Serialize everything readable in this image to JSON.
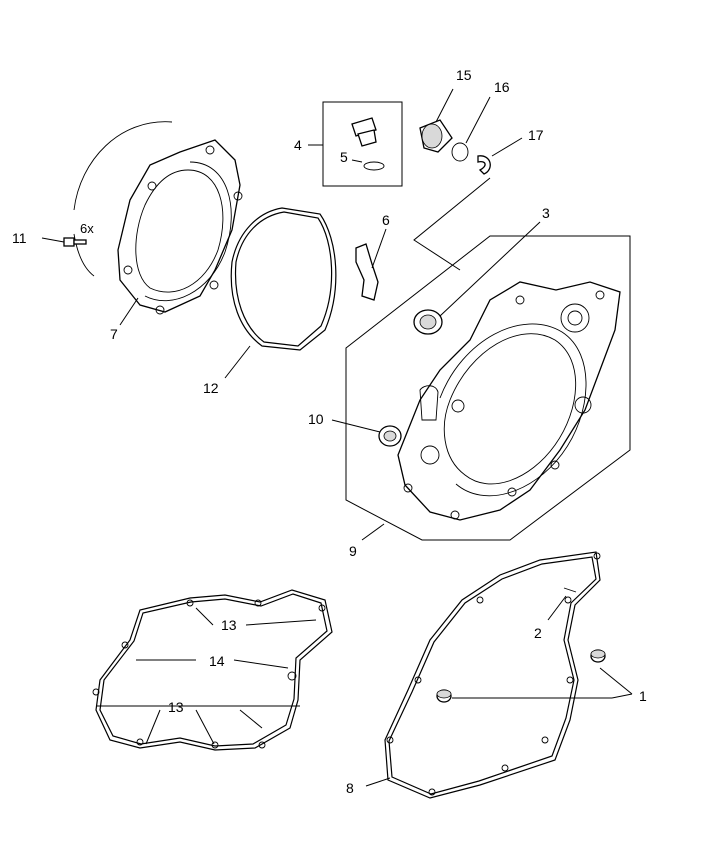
{
  "callouts": {
    "c1": "1",
    "c2": "2",
    "c3": "3",
    "c4": "4",
    "c5": "5",
    "c6": "6",
    "c6x": "6x",
    "c7": "7",
    "c8": "8",
    "c9": "9",
    "c10": "10",
    "c11": "11",
    "c12": "12",
    "c13a": "13",
    "c13b": "13",
    "c14": "14",
    "c15": "15",
    "c16": "16",
    "c17": "17"
  }
}
